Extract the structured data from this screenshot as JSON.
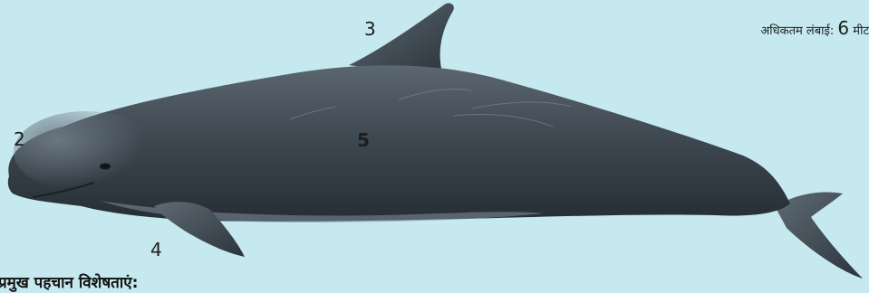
{
  "colors": {
    "background": "#c6e8ef",
    "body_dark": "#2f373f",
    "body_mid": "#4a545e",
    "belly_light": "#8a9aa8"
  },
  "labels": {
    "head": "2",
    "dorsal_fin": "3",
    "flipper": "4",
    "body": "5"
  },
  "max_length": {
    "prefix": "अधिकतम लंबाई:",
    "value": "6",
    "unit": "मीट"
  },
  "caption": "प्रमुख पहचान विशेषताएं:"
}
